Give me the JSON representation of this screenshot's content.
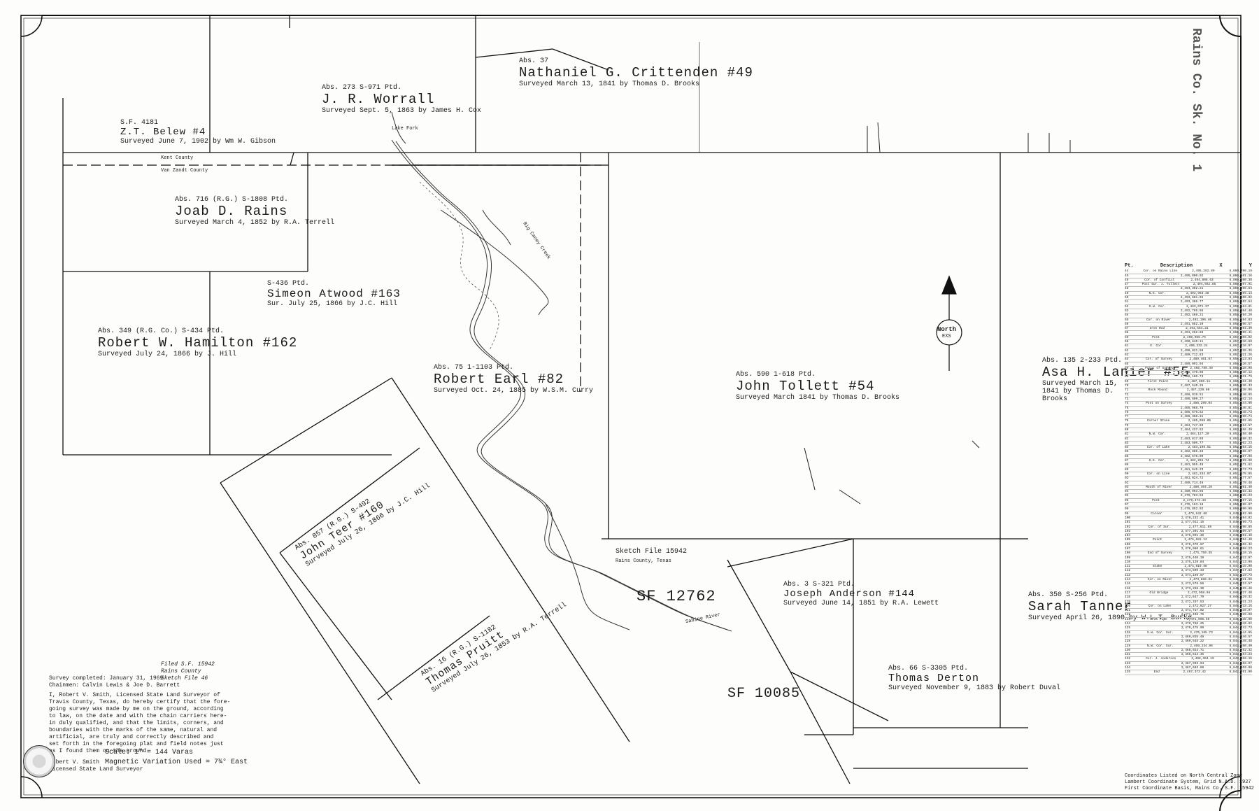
{
  "map": {
    "scale_text": "Scale: 1\" = 144 Varas",
    "magnetic_variation": "Magnetic Variation Used = 7¾° East",
    "north_label": "North",
    "north_sub": "EXS",
    "counties": {
      "kent": "Kent County",
      "van_zandt": "Van Zandt County",
      "rains": "Rains County, Texas"
    },
    "rivers": [
      "Sabine River",
      "Big Caney Creek",
      "Lake Fork"
    ],
    "surveys": [
      {
        "abst": "Abs. 37",
        "title": "Nathaniel G. Crittenden #49",
        "sub": "Surveyed March 13, 1841 by Thomas D. Brooks"
      },
      {
        "abst": "Abs. 273  S-971 Ptd.",
        "title": "J. R. Worrall",
        "sub": "Surveyed Sept. 5, 1863 by James H. Cox"
      },
      {
        "abst": "S.F. 4181",
        "title": "Z.T. Belew #4",
        "sub": "Surveyed June 7, 1902 by Wm W. Gibson"
      },
      {
        "abst": "Abs. 716 (R.G.)  S-1808 Ptd.",
        "title": "Joab D. Rains",
        "sub": "Surveyed March 4, 1852 by R.A. Terrell"
      },
      {
        "abst": "Abs. 349 (R.G. Co.)  S-434 Ptd.",
        "title": "Robert W. Hamilton #162",
        "sub": "Surveyed July 24, 1866 by J. Hill"
      },
      {
        "abst": "S-436 Ptd.",
        "title": "Simeon Atwood #163",
        "sub": "Sur. July 25, 1866 by J.C. Hill"
      },
      {
        "abst": "Abs. 75  1-1103 Ptd.",
        "title": "Robert Earl #82",
        "sub": "Surveyed Oct. 24, 1885 by W.S.M. Curry"
      },
      {
        "abst": "Abs. 590  1-618 Ptd.",
        "title": "John Tollett #54",
        "sub": "Surveyed March 1841 by Thomas D. Brooks"
      },
      {
        "abst": "Abs. 135  2-233 Ptd.",
        "title": "Asa H. Lanier #55",
        "sub": "Surveyed March 15, 1841 by Thomas D. Brooks"
      },
      {
        "abst": "Abs. 857 (R.G.)  S-492",
        "title": "John Teer #160",
        "sub": "Surveyed July 26, 1866 by J.C. Hill"
      },
      {
        "abst": "Abs. 16 (R.G.)  S-1182",
        "title": "Thomas Pruitt",
        "sub": "Surveyed July 26, 1853 by R.A. Terrell"
      },
      {
        "abst": "",
        "title": "SF 12762",
        "sub": ""
      },
      {
        "abst": "Abs. 3  S-321 Ptd.",
        "title": "Joseph Anderson #144",
        "sub": "Surveyed June 14, 1851 by R.A. Lewett"
      },
      {
        "abst": "Abs. 350  S-256 Ptd.",
        "title": "Sarah Tanner",
        "sub": "Surveyed April 26, 1890 by W.L.T. Burke"
      },
      {
        "abst": "Abs. 66  S-3305 Ptd.",
        "title": "Thomas Derton",
        "sub": "Surveyed November 9, 1883 by Robert Duval"
      },
      {
        "abst": "",
        "title": "SF 10085",
        "sub": ""
      }
    ],
    "file_labels": [
      "Sketch File 15942",
      "S.F. 12762",
      "S.F. 10085"
    ],
    "certificate": [
      "Survey completed: January 31, 1969",
      "Chainmen: Calvin Lewis & Joe D. Barrett",
      "I, Robert V. Smith, Licensed State Land Surveyor of",
      "Travis County, Texas, do hereby certify that the fore-",
      "going survey was made by me on the ground, according",
      "to law, on the date and with the chain carriers here-",
      "in duly qualified, and that the limits, corners, and",
      "boundaries with the marks of the same, natural and",
      "artificial, are truly and correctly described and",
      "set forth in the foregoing plat and field notes just",
      "as I found them on the ground."
    ],
    "signature_lines": [
      "Robert V. Smith",
      "Licensed State Land Surveyor"
    ],
    "filing_stamp": [
      "Filed S.F. 15942",
      "Rains County",
      "Sketch File 46"
    ],
    "side_stamp": "Rains Co. Sk. No. 1",
    "coord_header": {
      "pt": "Pt.",
      "desc": "Description",
      "x": "X",
      "y": "Y"
    },
    "coordinates": [
      [
        "44",
        "Cor. on Rains Line",
        "2,495,282.89",
        "6,860,700.19"
      ],
      [
        "45",
        "",
        "2,495,000.02",
        "6,860,661.16"
      ],
      [
        "46",
        "Cor. of Conflict",
        "2,494,808.63",
        "6,860,400.38"
      ],
      [
        "47",
        "Post Sur. J. Tollett",
        "2,494,562.85",
        "6,860,207.91"
      ],
      [
        "48",
        "",
        "2,494,302.21",
        "6,859,996.54"
      ],
      [
        "49",
        "N.E. Cor.",
        "2,493,993.48",
        "6,859,805.14"
      ],
      [
        "50",
        "",
        "2,493,681.05",
        "6,859,600.92"
      ],
      [
        "51",
        "",
        "2,493,386.77",
        "6,859,392.64"
      ],
      [
        "52",
        "S.W. Cor.",
        "2,493,071.37",
        "6,859,184.81"
      ],
      [
        "53",
        "",
        "2,492,765.95",
        "6,858,984.48"
      ],
      [
        "54",
        "",
        "2,492,468.21",
        "6,858,784.20"
      ],
      [
        "55",
        "Cor. on River",
        "2,492,196.40",
        "6,858,594.83"
      ],
      [
        "56",
        "",
        "2,491,882.10",
        "6,858,398.57"
      ],
      [
        "57",
        "Iron Rod",
        "2,491,564.31",
        "6,858,204.30"
      ],
      [
        "58",
        "",
        "2,491,262.88",
        "6,858,000.41"
      ],
      [
        "59",
        "Post",
        "2,490,956.75",
        "6,857,806.02"
      ],
      [
        "60",
        "",
        "2,490,640.11",
        "6,857,610.68"
      ],
      [
        "61",
        "E. Cor.",
        "2,490,332.24",
        "6,857,416.97"
      ],
      [
        "62",
        "",
        "2,490,021.50",
        "6,857,220.35"
      ],
      [
        "63",
        "",
        "2,489,712.83",
        "6,857,021.26"
      ],
      [
        "64",
        "Cor. of Survey",
        "2,489,401.67",
        "6,856,823.93"
      ],
      [
        "65",
        "",
        "2,489,091.94",
        "6,856,626.57"
      ],
      [
        "66",
        "Point of Survey",
        "2,488,780.49",
        "6,856,428.98"
      ],
      [
        "67",
        "",
        "2,488,470.08",
        "6,856,230.12"
      ],
      [
        "68",
        "",
        "2,488,160.73",
        "6,856,031.79"
      ],
      [
        "69",
        "First Point",
        "2,487,850.11",
        "6,855,834.40"
      ],
      [
        "70",
        "",
        "2,487,540.26",
        "6,855,636.33"
      ],
      [
        "71",
        "Rock Mound",
        "2,487,229.80",
        "6,855,438.06"
      ],
      [
        "72",
        "",
        "2,486,919.51",
        "6,855,240.65"
      ],
      [
        "73",
        "",
        "2,486,609.27",
        "6,855,042.14"
      ],
      [
        "74",
        "Post on Survey",
        "2,486,299.04",
        "6,854,844.90"
      ],
      [
        "75",
        "",
        "2,485,988.78",
        "6,854,646.81"
      ],
      [
        "76",
        "",
        "2,485,678.52",
        "6,854,448.73"
      ],
      [
        "77",
        "",
        "2,485,368.31",
        "6,854,250.74"
      ],
      [
        "78",
        "Corner Stone",
        "2,485,058.05",
        "6,854,052.65"
      ],
      [
        "79",
        "",
        "2,484,747.80",
        "6,853,854.57"
      ],
      [
        "80",
        "",
        "2,484,437.52",
        "6,853,656.49"
      ],
      [
        "81",
        "N.W. Cor.",
        "2,484,127.29",
        "6,853,458.40"
      ],
      [
        "82",
        "",
        "2,483,817.03",
        "6,853,260.32"
      ],
      [
        "83",
        "",
        "2,483,506.77",
        "6,853,062.23"
      ],
      [
        "84",
        "Cor. of Lake",
        "2,483,196.51",
        "6,852,864.15"
      ],
      [
        "85",
        "",
        "2,482,886.26",
        "6,852,666.07"
      ],
      [
        "86",
        "",
        "2,482,576.00",
        "6,852,467.98"
      ],
      [
        "87",
        "S.E. Cor.",
        "2,482,265.74",
        "6,852,269.90"
      ],
      [
        "88",
        "",
        "2,481,955.49",
        "6,852,071.82"
      ],
      [
        "89",
        "",
        "2,481,645.23",
        "6,851,873.73"
      ],
      [
        "90",
        "Cor. on Line",
        "2,481,334.97",
        "6,851,675.65"
      ],
      [
        "91",
        "",
        "2,481,024.72",
        "6,851,477.57"
      ],
      [
        "92",
        "",
        "2,480,714.46",
        "6,851,279.48"
      ],
      [
        "93",
        "Mouth of River",
        "2,480,404.20",
        "6,851,081.40"
      ],
      [
        "94",
        "",
        "2,480,093.95",
        "6,850,883.32"
      ],
      [
        "95",
        "",
        "2,479,783.69",
        "6,850,685.23"
      ],
      [
        "96",
        "Post",
        "2,479,473.43",
        "6,850,487.15"
      ],
      [
        "97",
        "",
        "2,479,163.18",
        "6,850,289.07"
      ],
      [
        "98",
        "",
        "2,478,852.92",
        "6,850,090.98"
      ],
      [
        "99",
        "Corner",
        "2,478,542.66",
        "6,849,892.90"
      ],
      [
        "100",
        "",
        "2,478,232.41",
        "6,849,694.82"
      ],
      [
        "101",
        "",
        "2,477,922.15",
        "6,849,496.73"
      ],
      [
        "102",
        "Cor. of Sur.",
        "2,477,611.89",
        "6,849,298.65"
      ],
      [
        "103",
        "",
        "2,477,301.64",
        "6,849,100.57"
      ],
      [
        "104",
        "",
        "2,476,991.38",
        "6,848,902.48"
      ],
      [
        "105",
        "Point",
        "2,476,681.12",
        "6,848,704.40"
      ],
      [
        "106",
        "",
        "2,476,370.87",
        "6,848,506.32"
      ],
      [
        "107",
        "",
        "2,476,060.61",
        "6,848,308.23"
      ],
      [
        "108",
        "End of Survey",
        "2,475,750.35",
        "6,848,110.15"
      ],
      [
        "109",
        "",
        "2,475,440.10",
        "6,847,912.07"
      ],
      [
        "110",
        "",
        "2,475,129.84",
        "6,847,713.98"
      ],
      [
        "111",
        "Stake",
        "2,474,819.58",
        "6,847,515.90"
      ],
      [
        "112",
        "",
        "2,474,509.33",
        "6,847,317.82"
      ],
      [
        "113",
        "",
        "2,474,199.07",
        "6,847,119.73"
      ],
      [
        "114",
        "Cor. on River",
        "2,473,888.81",
        "6,846,921.65"
      ],
      [
        "115",
        "",
        "2,473,578.56",
        "6,846,723.57"
      ],
      [
        "116",
        "",
        "2,473,268.30",
        "6,846,525.48"
      ],
      [
        "117",
        "Old Bridge",
        "2,472,958.04",
        "6,846,327.40"
      ],
      [
        "118",
        "",
        "2,472,647.79",
        "6,846,129.32"
      ],
      [
        "119",
        "",
        "2,472,337.53",
        "6,845,931.23"
      ],
      [
        "120",
        "Cor. on Lake",
        "2,472,027.27",
        "6,845,733.15"
      ],
      [
        "121",
        "",
        "2,471,717.02",
        "6,845,535.07"
      ],
      [
        "122",
        "",
        "2,471,406.76",
        "6,845,336.98"
      ],
      [
        "123",
        "Iron Pipe",
        "2,471,096.50",
        "6,845,138.90"
      ],
      [
        "124",
        "",
        "2,470,786.25",
        "6,844,940.82"
      ],
      [
        "125",
        "",
        "2,470,475.99",
        "6,844,742.73"
      ],
      [
        "126",
        "S.W. Cor. Sur.",
        "2,470,165.73",
        "6,844,544.65"
      ],
      [
        "127",
        "",
        "2,469,855.48",
        "6,844,346.57"
      ],
      [
        "128",
        "",
        "2,469,545.22",
        "6,844,148.48"
      ],
      [
        "129",
        "N.W. Cor. Sur.",
        "2,469,234.96",
        "6,843,950.40"
      ],
      [
        "130",
        "",
        "2,468,924.71",
        "6,843,752.32"
      ],
      [
        "131",
        "",
        "2,468,614.45",
        "6,843,554.23"
      ],
      [
        "132",
        "Cor. J. Anderson",
        "2,468,304.19",
        "6,843,356.15"
      ],
      [
        "133",
        "",
        "2,467,993.94",
        "6,843,158.07"
      ],
      [
        "134",
        "",
        "2,467,683.68",
        "6,842,959.98"
      ],
      [
        "135",
        "End",
        "2,467,373.42",
        "6,842,761.90"
      ]
    ],
    "coord_footer": [
      "Coordinates Listed on North Central Zone",
      "Lambert Coordinate System, Grid N.A.D. 1927",
      "First Coordinate Basis, Rains Co. S.F. 15942"
    ]
  }
}
